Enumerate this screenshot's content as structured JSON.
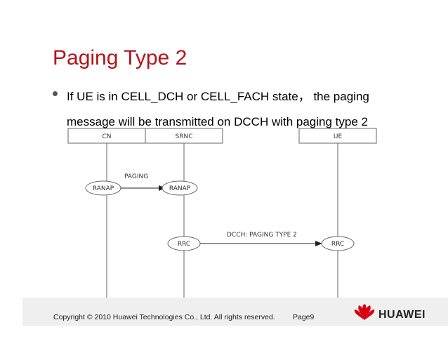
{
  "slide": {
    "title": "Paging Type 2",
    "bullet": "If UE is in CELL_DCH or CELL_FACH state， the paging message will be transmitted on DCCH with paging type 2"
  },
  "diagram": {
    "entities": [
      "CN",
      "SRNC",
      "UE"
    ],
    "messages": [
      {
        "label": "PAGING",
        "from": "RANAP",
        "to": "RANAP"
      },
      {
        "label": "DCCH:  PAGING TYPE 2",
        "from": "RRC",
        "to": "RRC"
      }
    ]
  },
  "footer": {
    "copyright": "Copyright © 2010 Huawei Technologies Co., Ltd. All rights reserved.",
    "page": "Page9",
    "logo_text": "HUAWEI"
  },
  "colors": {
    "title": "#b5121b",
    "logo_red": "#d7000f",
    "footer_bg": "#efefef"
  }
}
